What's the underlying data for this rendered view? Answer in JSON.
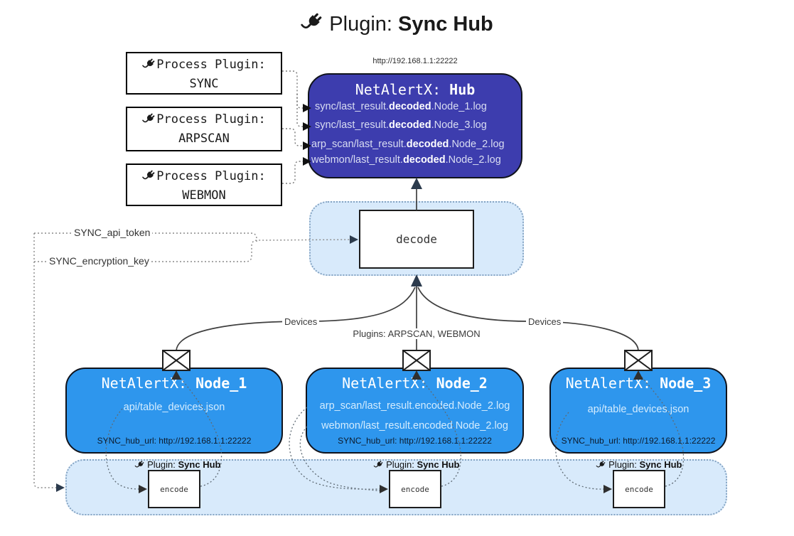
{
  "title": {
    "prefix": "Plugin: ",
    "bold": "Sync Hub"
  },
  "colors": {
    "hub_fill": "#3d3dae",
    "node_fill": "#2e96ed",
    "panel_fill": "#d8eafb",
    "arrow_dark": "#2c3b4d"
  },
  "process_plugins": [
    {
      "label": "Process Plugin:",
      "name": "SYNC"
    },
    {
      "label": "Process Plugin:",
      "name": "ARPSCAN"
    },
    {
      "label": "Process Plugin:",
      "name": "WEBMON"
    }
  ],
  "hub": {
    "url": "http://192.168.1.1:22222",
    "prefix": "NetAlertX: ",
    "name": "Hub",
    "logs": [
      {
        "pre": "sync/last_result.",
        "bold": "decoded",
        "post": ".Node_1.log"
      },
      {
        "pre": "sync/last_result.",
        "bold": "decoded",
        "post": ".Node_3.log"
      },
      {
        "pre": "arp_scan/last_result.",
        "bold": "decoded",
        "post": ".Node_2.log"
      },
      {
        "pre": "webmon/last_result.",
        "bold": "decoded",
        "post": ".Node_2.log"
      }
    ]
  },
  "decode": {
    "label": "decode"
  },
  "secrets": {
    "api_token": "SYNC_api_token",
    "encryption_key": "SYNC_encryption_key"
  },
  "edges": {
    "devices_left": "Devices",
    "plugins_mid": "Plugins: ARPSCAN, WEBMON",
    "devices_right": "Devices"
  },
  "nodes": [
    {
      "prefix": "NetAlertX: ",
      "name": "Node_1",
      "files": [
        "api/table_devices.json"
      ],
      "hub_url": "SYNC_hub_url: http://192.168.1.1:22222"
    },
    {
      "prefix": "NetAlertX: ",
      "name": "Node_2",
      "files": [
        "arp_scan/last_result.encoded.Node_2.log",
        "webmon/last_result.encoded.Node_2.log"
      ],
      "hub_url": "SYNC_hub_url: http://192.168.1.1:22222"
    },
    {
      "prefix": "NetAlertX: ",
      "name": "Node_3",
      "files": [
        "api/table_devices.json"
      ],
      "hub_url": "SYNC_hub_url: http://192.168.1.1:22222"
    }
  ],
  "band": {
    "label_prefix": "Plugin: ",
    "label_bold": "Sync Hub",
    "encode_label": "encode"
  }
}
